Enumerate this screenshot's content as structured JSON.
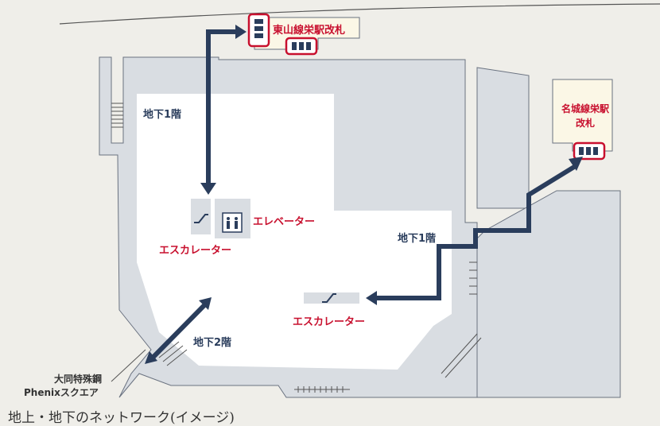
{
  "colors": {
    "navy": "#2a3d5c",
    "red": "#c8102e",
    "gray": "#d9dde2",
    "bg": "#efeee9"
  },
  "labels": {
    "higashiyama_gate": "東山線栄駅改札",
    "meijo_gate": "名城線栄駅改札",
    "b1_left": "地下1階",
    "b1_right": "地下1階",
    "b2": "地下2階",
    "elevator": "エレベーター",
    "escalator_left": "エスカレーター",
    "escalator_center": "エスカレーター",
    "building_line1": "大同特殊鋼",
    "building_line2": "Phenixスクエア"
  },
  "caption": "地上・地下のネットワーク(イメージ)"
}
